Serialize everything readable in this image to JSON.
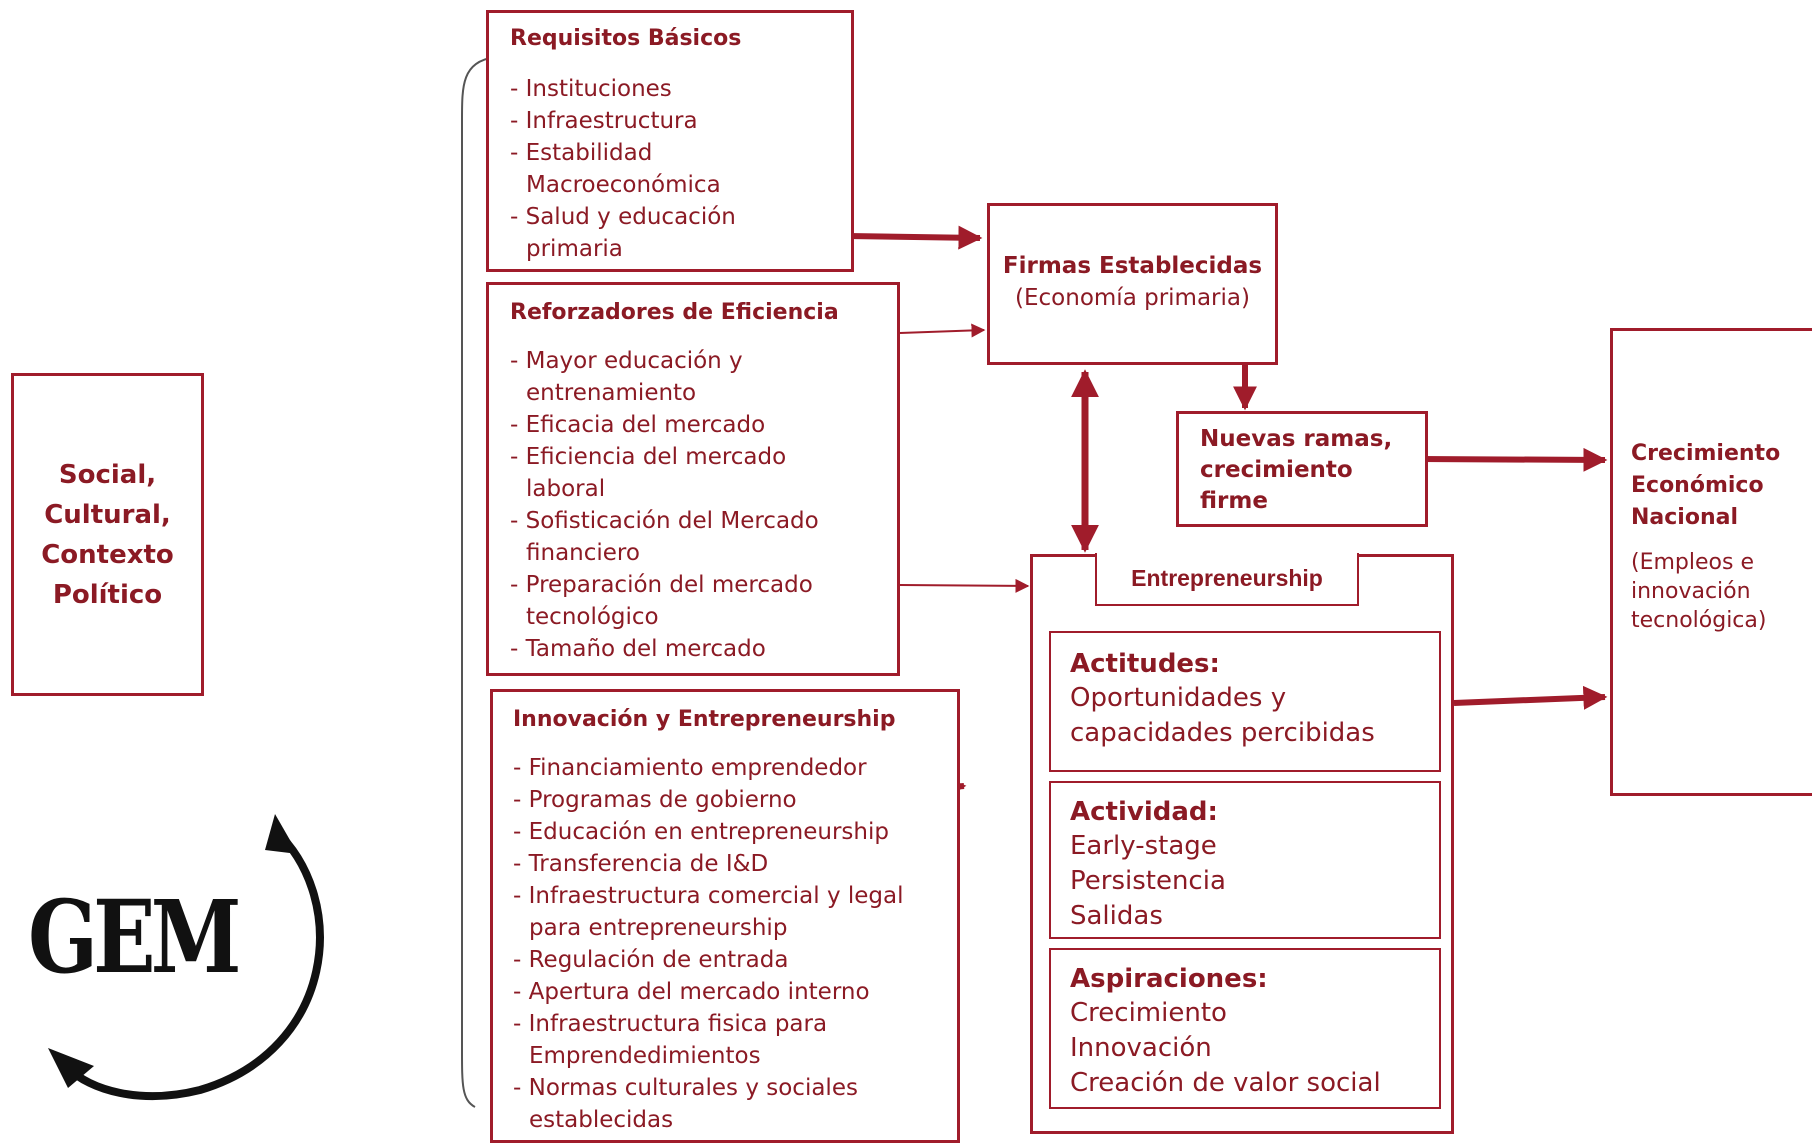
{
  "social_context": [
    "Social,",
    "Cultural,",
    "Contexto",
    "Político"
  ],
  "requisitos": {
    "title": "Requisitos Básicos",
    "items": [
      {
        "line1": "- Instituciones",
        "line2": ""
      },
      {
        "line1": "- Infraestructura",
        "line2": ""
      },
      {
        "line1": "- Estabilidad",
        "line2": "Macroeconómica"
      },
      {
        "line1": "- Salud y educación",
        "line2": "primaria"
      }
    ]
  },
  "reforzadores": {
    "title": "Reforzadores de  Eficiencia",
    "items": [
      {
        "line1": "- Mayor educación y",
        "line2": "entrenamiento"
      },
      {
        "line1": "- Eficacia del mercado",
        "line2": ""
      },
      {
        "line1": "- Eficiencia del mercado",
        "line2": "laboral"
      },
      {
        "line1": "- Sofisticación del Mercado",
        "line2": "financiero"
      },
      {
        "line1": "- Preparación del mercado",
        "line2": "tecnológico"
      },
      {
        "line1": "- Tamaño del mercado",
        "line2": ""
      }
    ]
  },
  "innovacion": {
    "title": "Innovación y Entrepreneurship",
    "items": [
      {
        "line1": "- Financiamiento emprendedor",
        "line2": ""
      },
      {
        "line1": "- Programas de gobierno",
        "line2": ""
      },
      {
        "line1": "-  Educación en entrepreneurship",
        "line2": ""
      },
      {
        "line1": "- Transferencia de I&D",
        "line2": ""
      },
      {
        "line1": "- Infraestructura comercial y legal",
        "line2": "para entrepreneurship"
      },
      {
        "line1": "- Regulación de entrada",
        "line2": ""
      },
      {
        "line1": "- Apertura del mercado interno",
        "line2": ""
      },
      {
        "line1": "- Infraestructura fisica para",
        "line2": "Emprendedimientos"
      },
      {
        "line1": "- Normas culturales y sociales",
        "line2": "establecidas"
      }
    ]
  },
  "firmas": {
    "title": "Firmas Establecidas",
    "subtitle": "(Economía primaria)"
  },
  "nuevas": [
    "Nuevas ramas,",
    "crecimiento",
    "firme"
  ],
  "entrepreneurship": {
    "label": "Entrepreneurship",
    "actitudes": {
      "heading": "Actitudes:",
      "lines": [
        "Oportunidades y",
        "capacidades percibidas"
      ]
    },
    "actividad": {
      "heading": "Actividad:",
      "lines": [
        "Early-stage",
        "Persistencia",
        "Salidas"
      ]
    },
    "aspiraciones": {
      "heading": "Aspiraciones:",
      "lines": [
        "Crecimiento",
        "Innovación",
        "Creación de valor social"
      ]
    }
  },
  "crecimiento": {
    "title": [
      "Crecimiento",
      "Económico",
      "Nacional"
    ],
    "subtitle": [
      "(Empleos e",
      "innovación",
      "tecnológica)"
    ]
  },
  "logo": {
    "text": "GEM"
  },
  "colors": {
    "accent": "#a01c2b",
    "text": "#8b1a24",
    "logo": "#111111"
  }
}
